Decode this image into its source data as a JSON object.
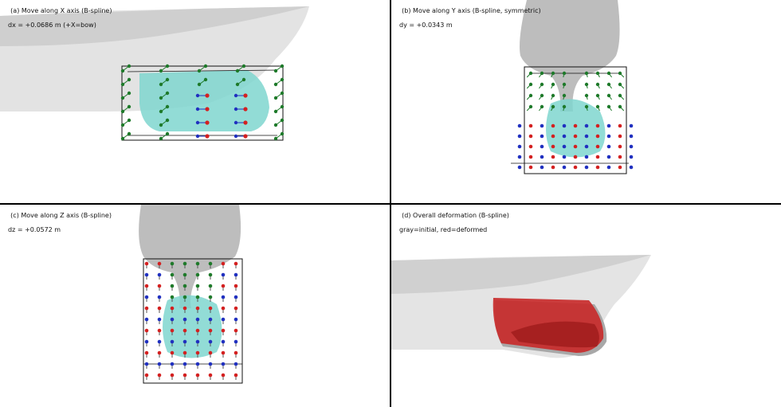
{
  "panels": {
    "a": {
      "title": "(a) Move along X axis (B-spline)",
      "subtitle": "dx = +0.0686 m (+X=bow)"
    },
    "b": {
      "title": "(b) Move along Y axis (B-spline, symmetric)",
      "subtitle": "dy = +0.0343 m"
    },
    "c": {
      "title": "(c) Move along Z axis (B-spline)",
      "subtitle": "dz = +0.0572 m"
    },
    "d": {
      "title": "(d) Overall deformation (B-spline)",
      "subtitle": "gray=initial, red=deformed"
    }
  },
  "colors": {
    "hull": "#e4e4e4",
    "hull_dark": "#b8b8b8",
    "bulb": "#7fd6cf",
    "ctrl_green": "#1e7a2a",
    "ctrl_red": "#d42020",
    "ctrl_blue": "#2030c0",
    "deformed": "#c82828"
  }
}
